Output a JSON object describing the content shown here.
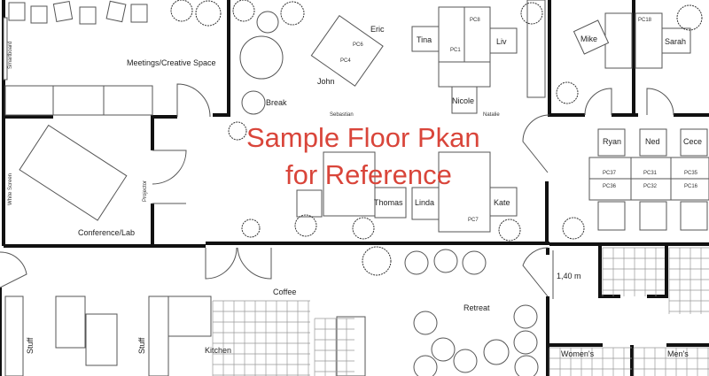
{
  "watermark": {
    "line1": "Sample Floor Pkan",
    "line2": "for Reference",
    "color": "#d9453a"
  },
  "rooms": {
    "meetings": "Meetings/Creative Space",
    "smartboard": "Smartboard",
    "break": "Break",
    "white_screen": "White Screen",
    "projector": "Projector",
    "conference": "Conference/Lab",
    "coffee": "Coffee",
    "stuff_left": "Stuff",
    "stuff_right": "Stuff",
    "kitchen": "Kitchen",
    "retreat": "Retreat",
    "door_width": "1,40 m",
    "womens": "Women's",
    "mens": "Men's"
  },
  "people": {
    "eric": "Eric",
    "john": "John",
    "tina": "Tina",
    "liv": "Liv",
    "nicole": "Nicole",
    "mike": "Mike",
    "sarah": "Sarah",
    "sebastian": "Sebastian",
    "natalie": "Natalie",
    "thomas": "Thomas",
    "linda": "Linda",
    "kate": "Kate",
    "ryan": "Ryan",
    "ned": "Ned",
    "cece": "Cece"
  },
  "pcs": {
    "pc6": "PC6",
    "pc4": "PC4",
    "pc8": "PC8",
    "pc1": "PC1",
    "pc18": "PC18",
    "pc7": "PC7",
    "pc37": "PC37",
    "pc31": "PC31",
    "pc35": "PC35",
    "pc36": "PC36",
    "pc32": "PC32",
    "pc16": "PC16"
  }
}
